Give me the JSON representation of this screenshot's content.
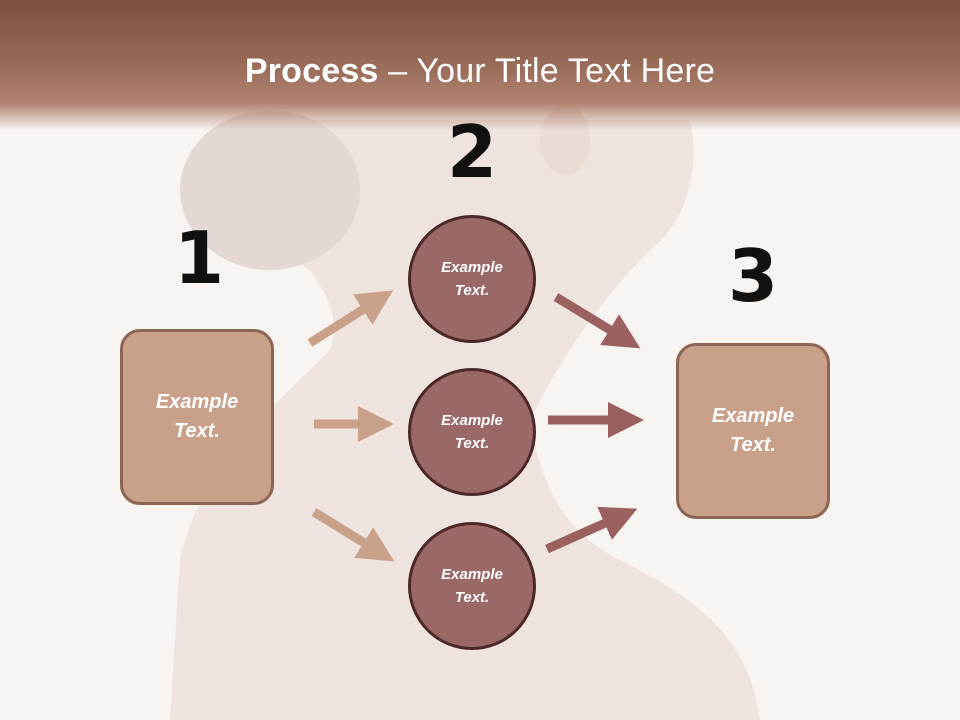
{
  "title": {
    "bold": "Process",
    "rest": " – Your Title Text Here"
  },
  "steps": [
    {
      "number": "1",
      "label": "Example Text."
    },
    {
      "number": "2",
      "labels": [
        "Example Text.",
        "Example Text.",
        "Example Text."
      ]
    },
    {
      "number": "3",
      "label": "Example Text."
    }
  ],
  "colors": {
    "title_bar": "#8a5a48",
    "box_fill": "#c9a08a",
    "box_border": "#8c6554",
    "circle_fill": "#9b6868",
    "circle_border": "#4e2828",
    "arrow_left": "#c9a08a",
    "arrow_right": "#9b6060"
  }
}
